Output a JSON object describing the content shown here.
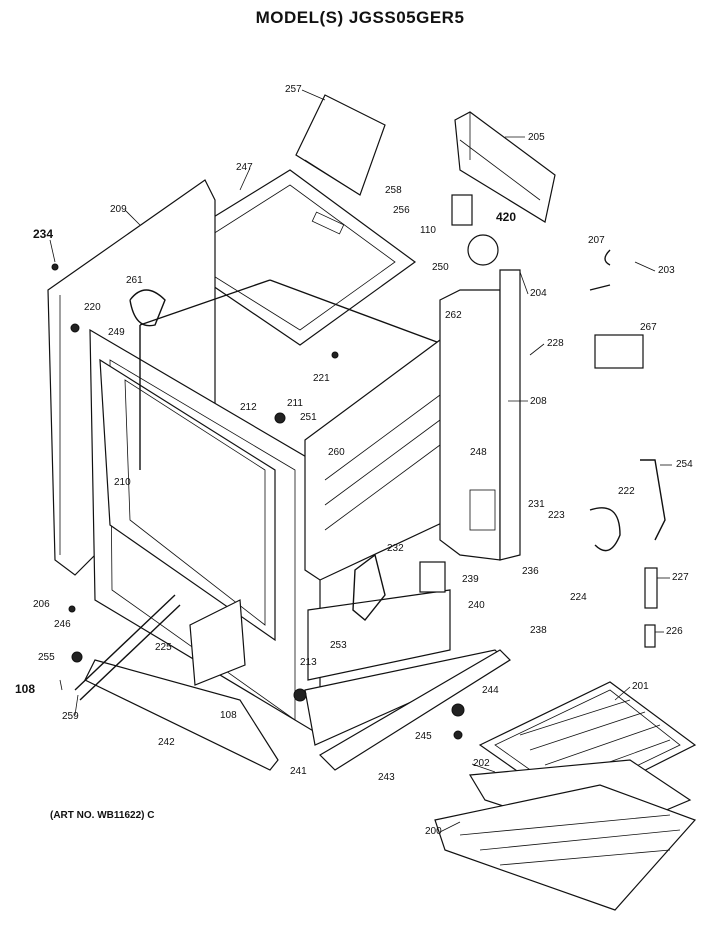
{
  "title": "MODEL(S) JGSS05GER5",
  "art_number": "(ART NO. WB11622) C",
  "parts": [
    "257",
    "205",
    "247",
    "258",
    "256",
    "110",
    "420",
    "209",
    "234",
    "207",
    "203",
    "261",
    "220",
    "250",
    "204",
    "262",
    "228",
    "249",
    "267",
    "221",
    "211",
    "212",
    "251",
    "208",
    "260",
    "248",
    "254",
    "210",
    "231",
    "222",
    "223",
    "232",
    "227",
    "206",
    "246",
    "239",
    "236",
    "224",
    "240",
    "238",
    "226",
    "225",
    "255",
    "253",
    "213",
    "108",
    "244",
    "201",
    "259",
    "242",
    "241",
    "245",
    "202",
    "243",
    "200"
  ]
}
